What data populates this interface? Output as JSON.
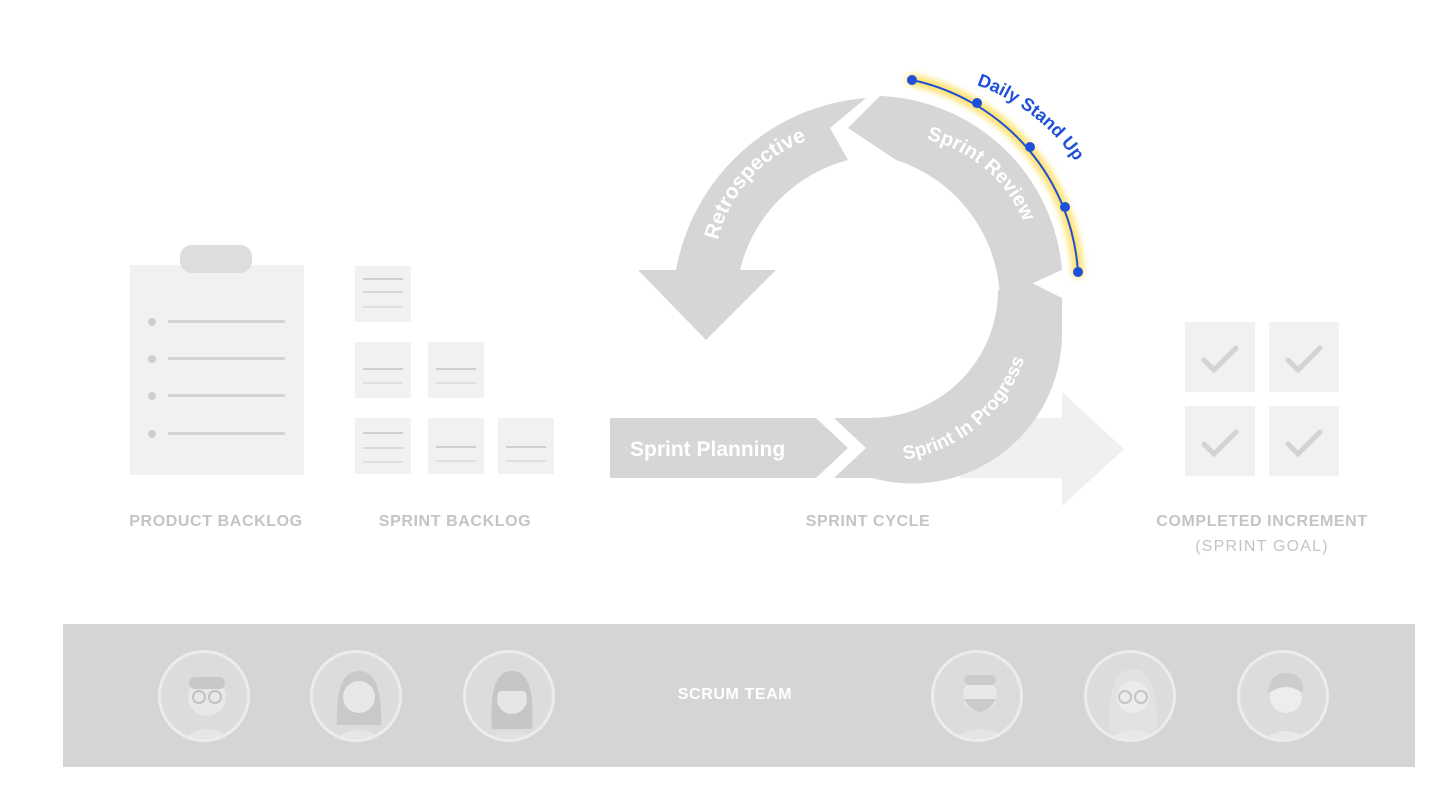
{
  "sections": {
    "product_backlog": "PRODUCT BACKLOG",
    "sprint_backlog": "SPRINT BACKLOG",
    "sprint_cycle": "SPRINT CYCLE",
    "completed_increment": "COMPLETED INCREMENT",
    "sprint_goal": "(SPRINT GOAL)"
  },
  "cycle": {
    "sprint_planning": "Sprint Planning",
    "sprint_in_progress": "Sprint In Progress",
    "sprint_review": "Sprint Review",
    "retrospective": "Retrospective",
    "daily_stand_up": "Daily Stand Up"
  },
  "team": {
    "label": "SCRUM TEAM"
  },
  "colors": {
    "highlight_blue": "#1e4fd8",
    "highlight_glow": "#ffd84a",
    "diagram_gray": "#d6d6d6",
    "light_gray": "#efefef",
    "team_bar": "#d5d5d5"
  }
}
